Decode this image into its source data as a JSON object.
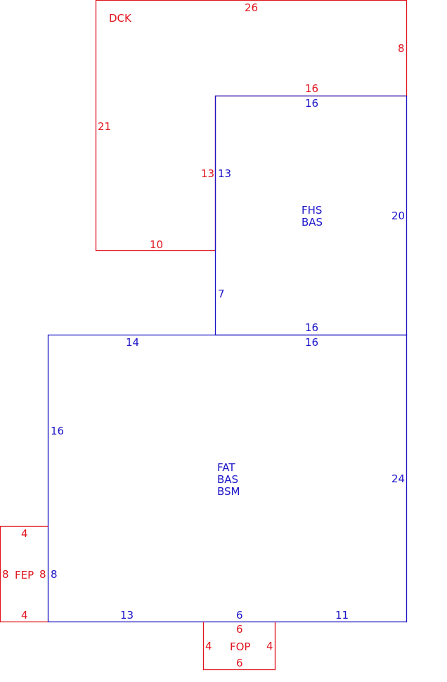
{
  "colors": {
    "red": "#e1141e",
    "blue": "#1c14c8"
  },
  "labels": {
    "dck": "DCK",
    "fhs": "FHS",
    "bas_upper": "BAS",
    "fat": "FAT",
    "bas_lower": "BAS",
    "bsm": "BSM",
    "fep": "FEP",
    "fop": "FOP"
  },
  "dims": {
    "dck_top": "26",
    "dck_right": "8",
    "dck_inner_top": "16",
    "dck_left": "21",
    "dck_inner_left": "13",
    "dck_bottom": "10",
    "fhs_top": "16",
    "fhs_left": "13",
    "fhs_right": "20",
    "fhs_lower_left": "7",
    "fhs_bottom": "16",
    "fat_top_left": "14",
    "fat_top_right": "16",
    "fat_left": "16",
    "fat_right": "24",
    "fat_left_lower": "8",
    "fat_bottom_1": "13",
    "fat_bottom_2": "6",
    "fat_bottom_3": "11",
    "fep_top": "4",
    "fep_left": "8",
    "fep_right": "8",
    "fep_bottom": "4",
    "fop_top": "6",
    "fop_left": "4",
    "fop_right": "4",
    "fop_bottom": "6"
  }
}
